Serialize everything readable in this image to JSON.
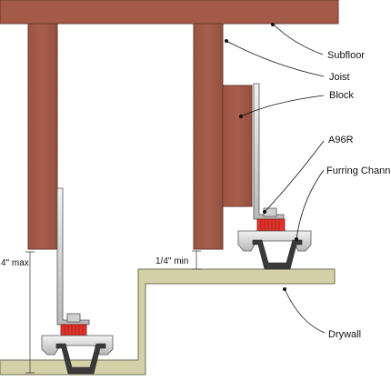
{
  "labels": {
    "subfloor": "Subfloor",
    "joist": "Joist",
    "block": "Block",
    "a96r": "A96R",
    "furring_channel": "Furring Channel",
    "drywall": "Drywall"
  },
  "dimensions": {
    "four_inch_max": "4\" max",
    "quarter_inch_min": "1/4\" min"
  },
  "colors": {
    "wood": "#a45a49",
    "wood_dark": "#6b3a2c",
    "drywall": "#d4d1a9",
    "drywall_edge": "#6f6d55",
    "metal": "#d9d9d9",
    "metal_edge": "#555555",
    "gear_red": "#e0322b",
    "channel_dark": "#3a3a3a"
  }
}
